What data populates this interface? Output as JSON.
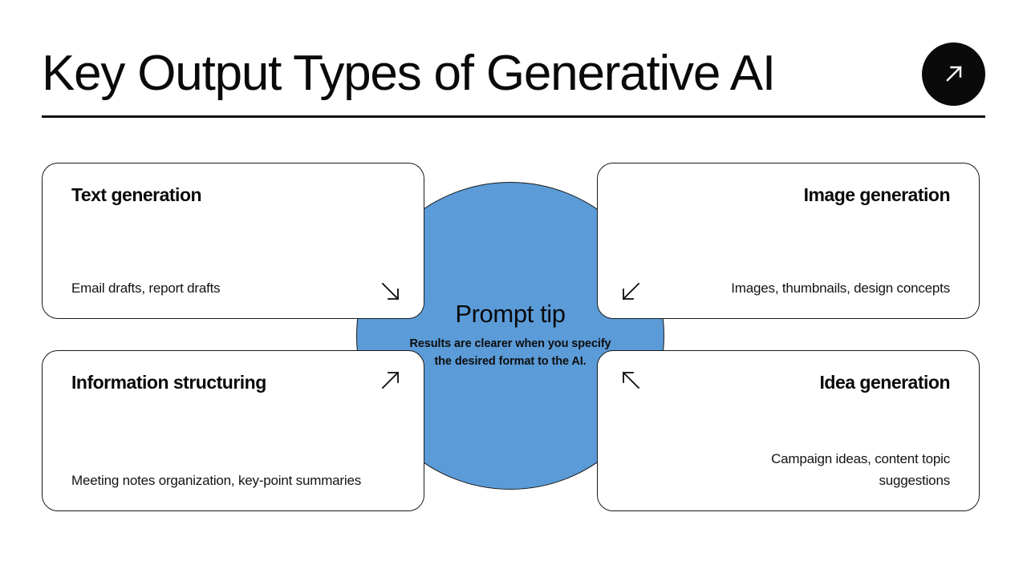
{
  "header": {
    "title": "Key Output Types of Generative AI",
    "badge_icon": "arrow-up-right-icon"
  },
  "center": {
    "title": "Prompt tip",
    "body": "Results are clearer when you specify the desired format to the AI.",
    "color": "#5b9bd8"
  },
  "cards": [
    {
      "id": "text-generation",
      "title": "Text generation",
      "body": "Email drafts, report drafts",
      "arrow_icon": "arrow-down-right-icon",
      "align": "left"
    },
    {
      "id": "image-generation",
      "title": "Image generation",
      "body": "Images, thumbnails, design concepts",
      "arrow_icon": "arrow-down-left-icon",
      "align": "right"
    },
    {
      "id": "information-structuring",
      "title": "Information structuring",
      "body": "Meeting notes organization, key-point summaries",
      "arrow_icon": "arrow-up-right-icon",
      "align": "left"
    },
    {
      "id": "idea-generation",
      "title": "Idea generation",
      "body": "Campaign ideas, content topic suggestions",
      "arrow_icon": "arrow-up-left-icon",
      "align": "right"
    }
  ],
  "theme": {
    "accent": "#5b9bd8",
    "ink": "#0a0a0a",
    "background": "#ffffff"
  }
}
